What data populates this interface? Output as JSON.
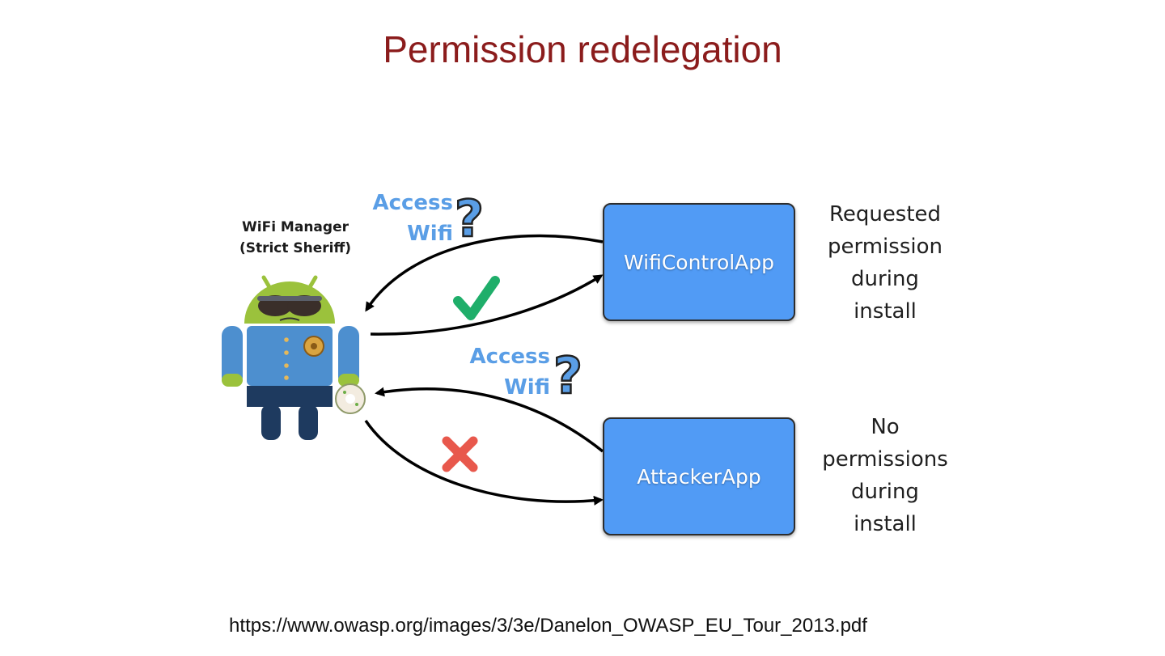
{
  "slide": {
    "title": "Permission redelegation",
    "source_url": "https://www.owasp.org/images/3/3e/Danelon_OWASP_EU_Tour_2013.pdf"
  },
  "diagram": {
    "manager": {
      "name": "WiFi Manager",
      "subtitle": "(Strict Sheriff)"
    },
    "requests": [
      {
        "label_line1": "Access",
        "label_line2": "Wifi",
        "status_icon": "question-mark-icon"
      },
      {
        "label_line1": "Access",
        "label_line2": "Wifi",
        "status_icon": "question-mark-icon"
      }
    ],
    "apps": [
      {
        "name": "WifiControlApp",
        "result_icon": "check-mark-icon",
        "note": [
          "Requested",
          "permission",
          "during",
          "install"
        ]
      },
      {
        "name": "AttackerApp",
        "result_icon": "cross-mark-icon",
        "note": [
          "No",
          "permissions",
          "during",
          "install"
        ]
      }
    ],
    "colors": {
      "title": "#8b1c1c",
      "access_text": "#5a9ee6",
      "app_box": "#519bf5",
      "check": "#1fae6a",
      "cross": "#e8584c",
      "android_green": "#9bc23c",
      "android_uniform": "#4d8fcf"
    }
  }
}
